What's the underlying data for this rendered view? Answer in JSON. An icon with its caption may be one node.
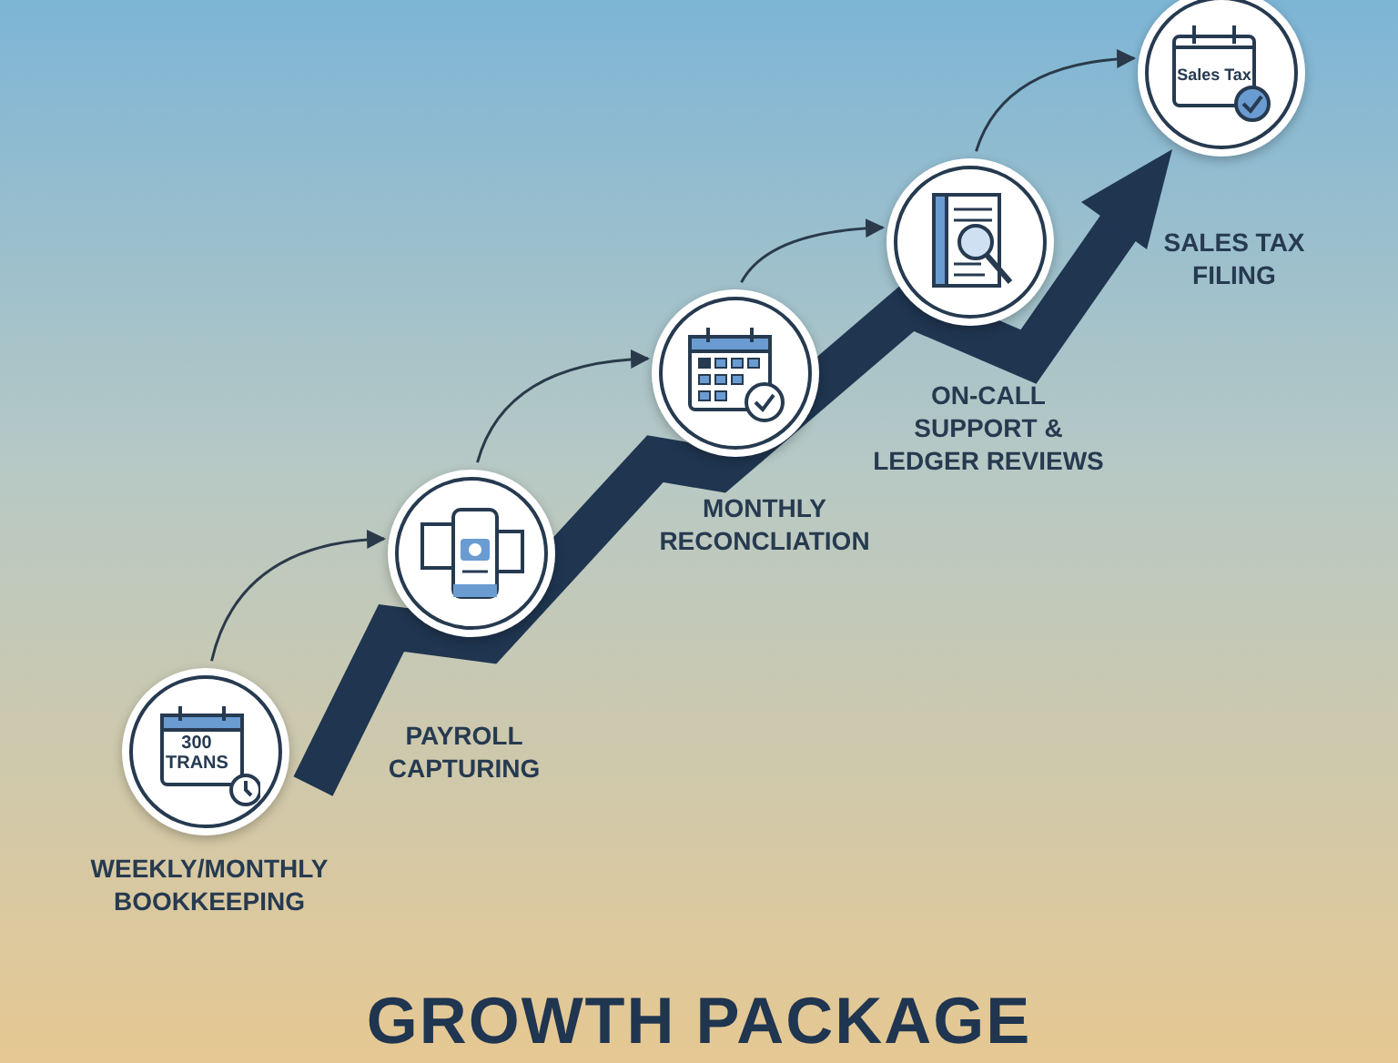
{
  "diagram": {
    "title": "GROWTH PACKAGE",
    "nodes": [
      {
        "text": [
          "300 TRANS"
        ],
        "beside": [
          "WEEKLY/MONTHLY BOOKKEEPING"
        ]
      },
      {
        "text": [],
        "shape": "circle",
        "beside": [
          "PAYROLL CAPTURING"
        ]
      },
      {
        "text": [],
        "shape": "circle",
        "beside": [
          "MONTHLY RECONCLIATION"
        ]
      },
      {
        "text": [],
        "shape": "circle",
        "beside": [
          "ON-CALL SUPPORT & LEDGER REVIEWS"
        ]
      },
      {
        "text": [
          "Sales Tax"
        ],
        "beside": [
          "SALES TAX FILING"
        ]
      }
    ],
    "edges": [
      {
        "from": 0,
        "to": 1,
        "arrow": "to"
      },
      {
        "from": 1,
        "to": 2,
        "arrow": "to"
      },
      {
        "from": 2,
        "to": 3,
        "arrow": "to"
      },
      {
        "from": 3,
        "to": 4,
        "arrow": "to"
      }
    ]
  }
}
